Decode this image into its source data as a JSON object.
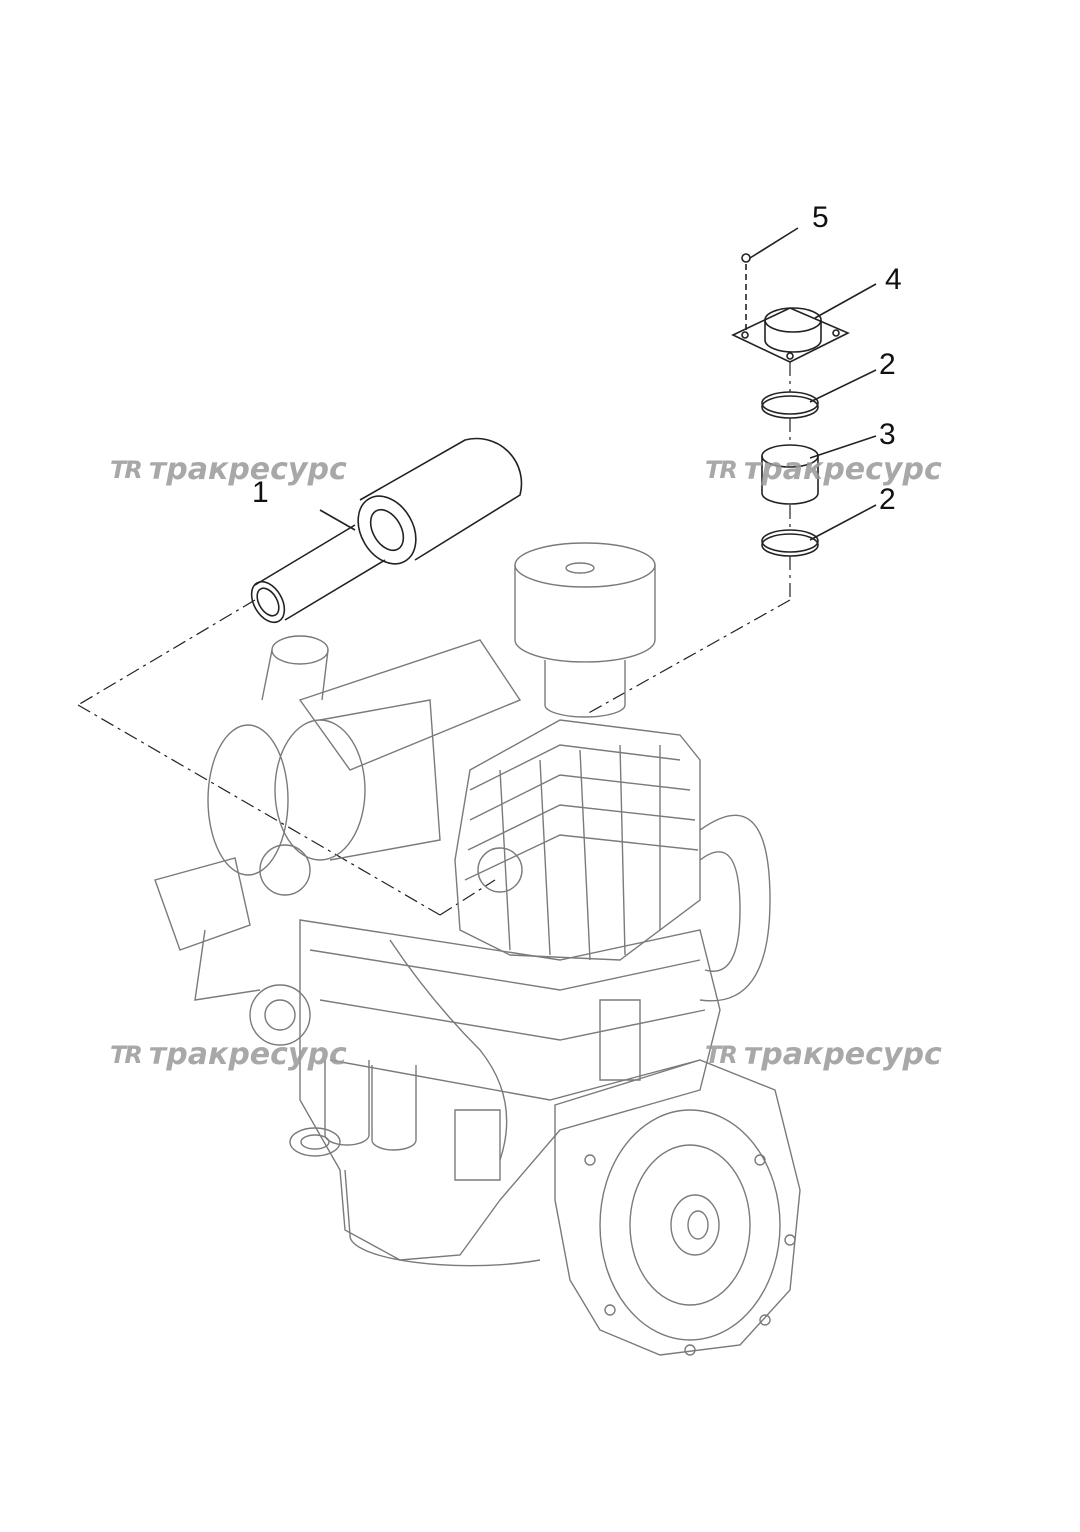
{
  "callouts": [
    {
      "id": "1",
      "label": "1"
    },
    {
      "id": "2a",
      "label": "2"
    },
    {
      "id": "3",
      "label": "3"
    },
    {
      "id": "2b",
      "label": "2"
    },
    {
      "id": "4",
      "label": "4"
    },
    {
      "id": "5",
      "label": "5"
    }
  ],
  "watermark": {
    "logo": "TR",
    "text": "тракресурс"
  },
  "colors": {
    "line": "#222222",
    "engine_line": "#7a7a7a",
    "watermark": "#9a9a9a"
  }
}
